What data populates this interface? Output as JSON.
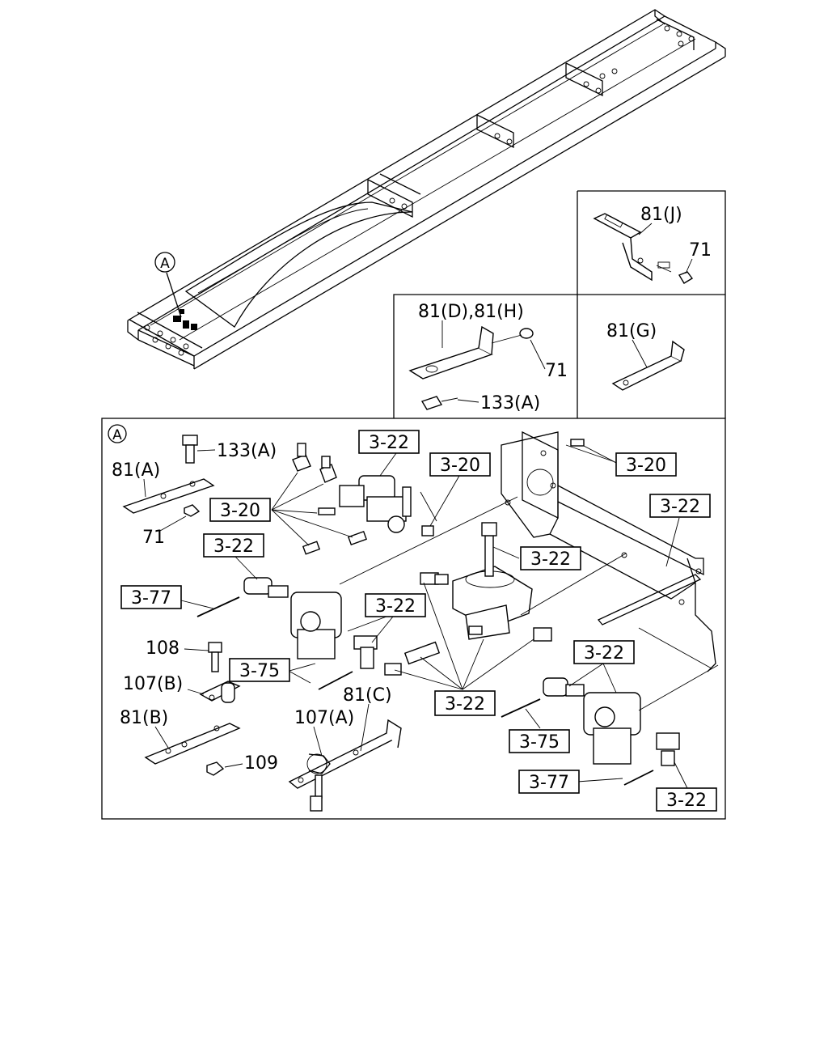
{
  "diagram": {
    "detail_marker": "A",
    "refs": {
      "r1": "3-22",
      "r2": "3-20",
      "r3": "3-20",
      "r4": "3-20",
      "r5": "3-22",
      "r6": "3-22",
      "r7": "3-77",
      "r8": "3-22",
      "r9": "3-22",
      "r10": "3-75",
      "r11": "3-22",
      "r12": "3-22",
      "r13": "3-75",
      "r14": "3-77",
      "r15": "3-22"
    },
    "parts": {
      "p81J": "81(J)",
      "p71J": "71",
      "p81DH": "81(D),81(H)",
      "p71DH": "71",
      "p133DH": "133(A)",
      "p81G": "81(G)",
      "p133A": "133(A)",
      "p81A": "81(A)",
      "p71A": "71",
      "p108": "108",
      "p107B": "107(B)",
      "p81B": "81(B)",
      "p109": "109",
      "p81C": "81(C)",
      "p107A": "107(A)"
    }
  }
}
